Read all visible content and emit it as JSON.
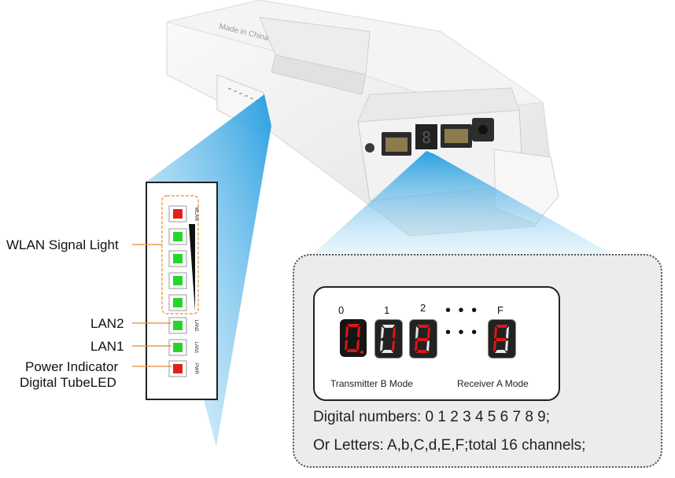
{
  "device": {
    "label_text": "Made in China"
  },
  "led_strip": {
    "leds": [
      {
        "side_label": "WLAN",
        "color": "#e3211c"
      },
      {
        "side_label": "",
        "color": "#27d52a"
      },
      {
        "side_label": "",
        "color": "#27d52a"
      },
      {
        "side_label": "",
        "color": "#27d52a"
      },
      {
        "side_label": "",
        "color": "#27d52a"
      },
      {
        "side_label": "LAN2",
        "color": "#27d52a"
      },
      {
        "side_label": "LAN1",
        "color": "#27d52a"
      },
      {
        "side_label": "PWR",
        "color": "#e3211c"
      }
    ]
  },
  "callouts": {
    "wlan": "WLAN Signal Light",
    "lan2": "LAN2",
    "lan1": "LAN1",
    "power": "Power Indicator",
    "tube": "Digital TubeLED"
  },
  "display_panel": {
    "top_labels": [
      "0",
      "1",
      "2",
      "F"
    ],
    "dots": "• • •",
    "mode_left": "Transmitter B Mode",
    "mode_right": "Receiver A Mode",
    "line1": "Digital numbers: 0 1 2 3 4 5 6 7 8 9;",
    "line2": "Or Letters: A,b,C,d,E,F;total 16 channels;"
  },
  "colors": {
    "red_led": "#e3211c",
    "green_led": "#27d52a",
    "beam": "#3aa8e8",
    "segment_red": "#e01515"
  }
}
